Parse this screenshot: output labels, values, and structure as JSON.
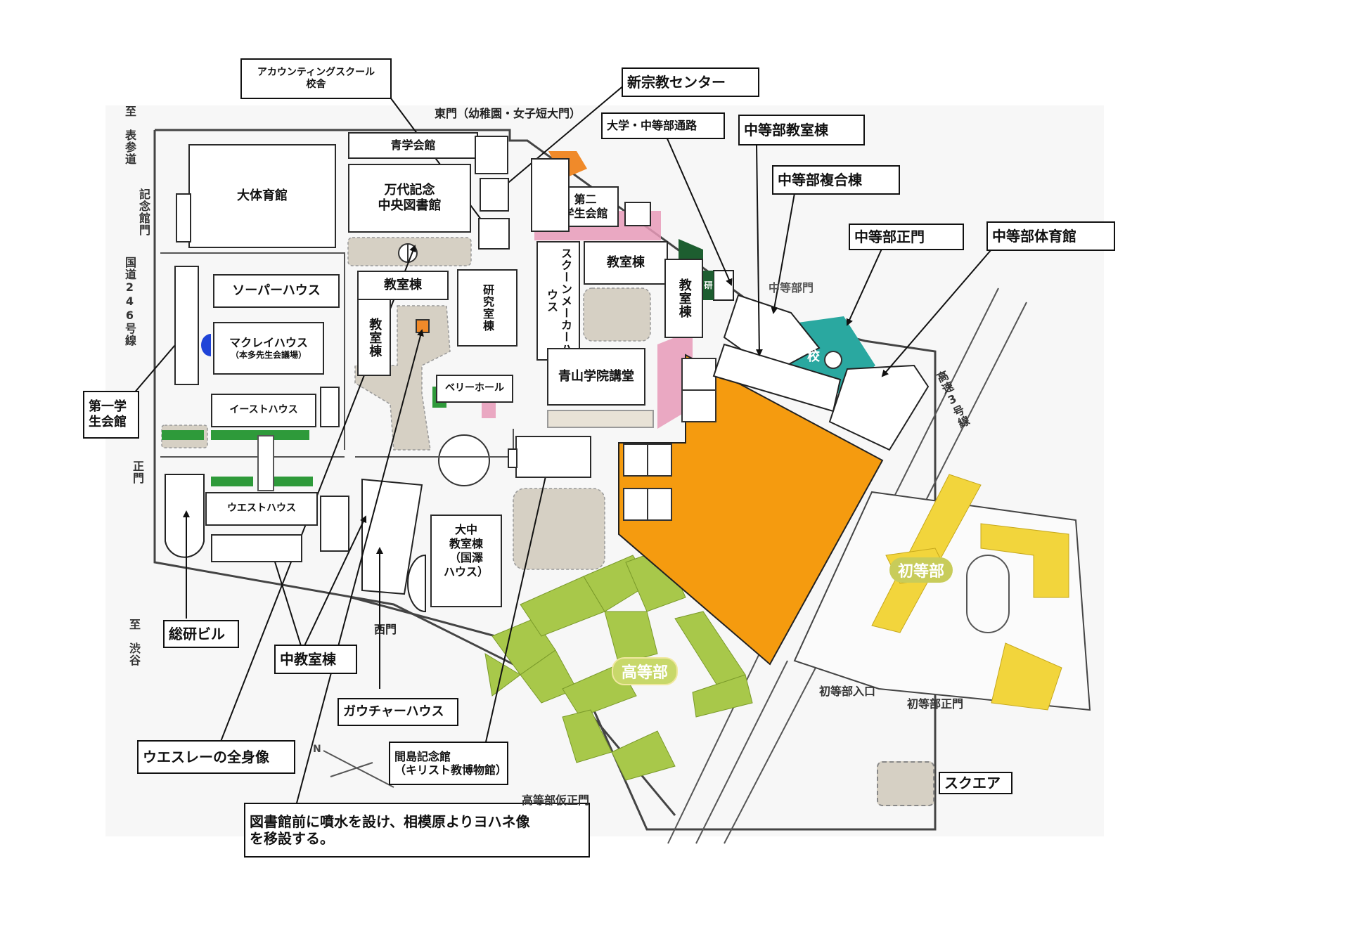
{
  "colors": {
    "new_building": "#f59b0f",
    "elementary": "#f2d53c",
    "high_school": "#a8c84a",
    "square": "#d6d0c4",
    "teal": "#2aa8a0",
    "pink": "#e89ab8",
    "green_strip": "#2e9a3a",
    "orange_small": "#f08a2a",
    "blue": "#1f44d8",
    "dark_green": "#1d5e30"
  },
  "icons": [
    "compass-north-icon",
    "fountain-icon",
    "statue-marker-icon"
  ],
  "buildings": {
    "tai_taiikukan": "大体育館",
    "seigaku_kaikan": "青学会館",
    "mandai_library": "万代記念\n中央図書館",
    "soper_house": "ソーパーハウス",
    "maclay_house": "マクレイハウス",
    "maclay_sub": "（本多先生会議場）",
    "east_house": "イーストハウス",
    "west_house": "ウエストハウス",
    "kyoshitsu_a": "教室棟",
    "kyoshitsu_b": "教室",
    "kyoshitsu_c": "棟",
    "kenkyu_shitsu": "研究室棟",
    "perry_hall": "ベリーホール",
    "daini_gakusei": "第二\n学生会館",
    "schoenmaker": "スクーンメーカーハウス",
    "kyoshitsu_d": "教室棟",
    "kyoshitsu_e": "教室棟",
    "kodo": "青山学院講堂",
    "daichu": "大中\n教室棟\n（国澤\nハウス）",
    "tenki_small": "研"
  },
  "callouts": {
    "accounting_school": "アカウンティングスクール\n校舎",
    "new_religion_center": "新宗教センター",
    "univ_passage": "大学・中等部通路",
    "jh_classroom": "中等部教室棟",
    "jh_complex": "中等部複合棟",
    "jh_main_gate": "中等部正門",
    "jh_gym": "中等部体育館",
    "first_student_hall": "第一学\n生会館",
    "soken_bldg": "総研ビル",
    "chu_kyoshitsu": "中教室棟",
    "goucher_house": "ガウチャーハウス",
    "wesley_statue": "ウエスレーの全身像",
    "majima_memorial": "間島記念館\n（キリスト教博物館）",
    "fountain_note": "図書館前に噴水を設け、相模原よりヨハネ像\nを移設する。",
    "square_legend": "スクエア"
  },
  "map_labels": {
    "east_gate": "東門（幼稚園・女子短大門）",
    "jh_gate_sign": "中等部門",
    "ko_mark": "校",
    "omotesando": "至　表参道",
    "kinenkan_gate": "記念館門",
    "route246": "国道246号線",
    "main_gate": "正門",
    "shibuya": "至　渋谷",
    "west_gate": "西門",
    "expressway": "高速3号線",
    "elem_entrance": "初等部入口",
    "elem_main_gate": "初等部正門",
    "hs_temp_gate": "高等部仮正門",
    "north_mark": "N"
  },
  "zones": {
    "high_school": "高等部",
    "elementary": "初等部"
  }
}
